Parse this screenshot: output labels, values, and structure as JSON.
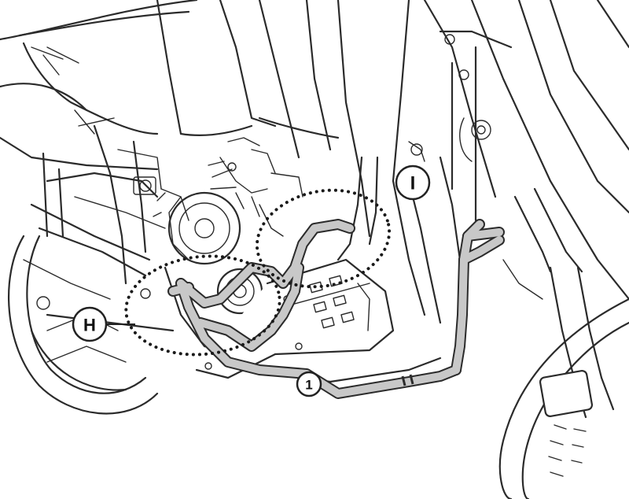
{
  "callouts": {
    "h": "H",
    "i": "I",
    "part1": "1"
  },
  "colors": {
    "line": "#2b2b2b",
    "crash_bar": "#c8c8c8",
    "background": "#ffffff"
  }
}
